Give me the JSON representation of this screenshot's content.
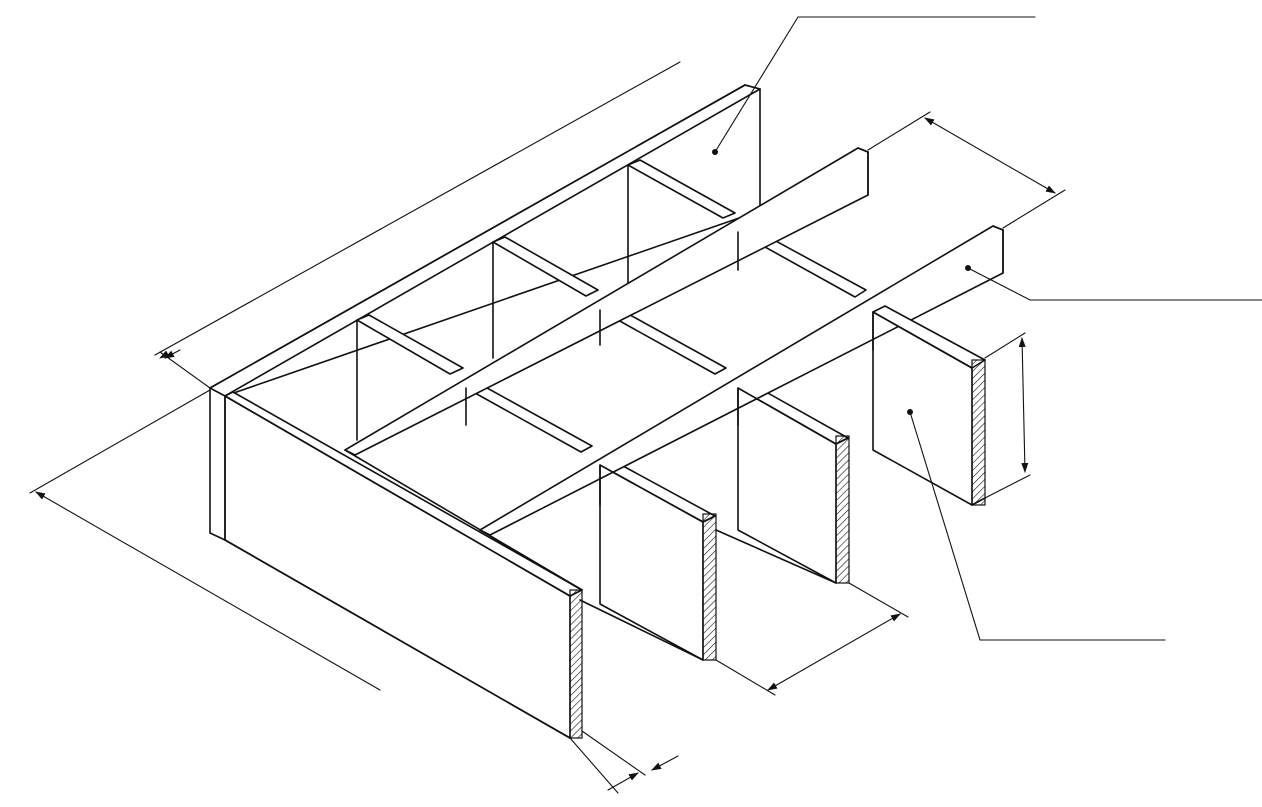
{
  "diagram": {
    "subject": "steel-grating-isometric",
    "line_color": "#111111",
    "background": "#ffffff",
    "leaders": [
      {
        "id": "leader-frame-bar",
        "points_to": "end-band"
      },
      {
        "id": "leader-cross-bar",
        "points_to": "cross-bar"
      },
      {
        "id": "leader-bearing-bar",
        "points_to": "bearing-bar"
      }
    ],
    "dimensions": [
      {
        "id": "dimension-overall-length"
      },
      {
        "id": "dimension-overall-width"
      },
      {
        "id": "dimension-cross-bar-pitch"
      },
      {
        "id": "dimension-bearing-bar-pitch"
      },
      {
        "id": "dimension-bar-height"
      },
      {
        "id": "dimension-bar-thickness"
      }
    ]
  }
}
